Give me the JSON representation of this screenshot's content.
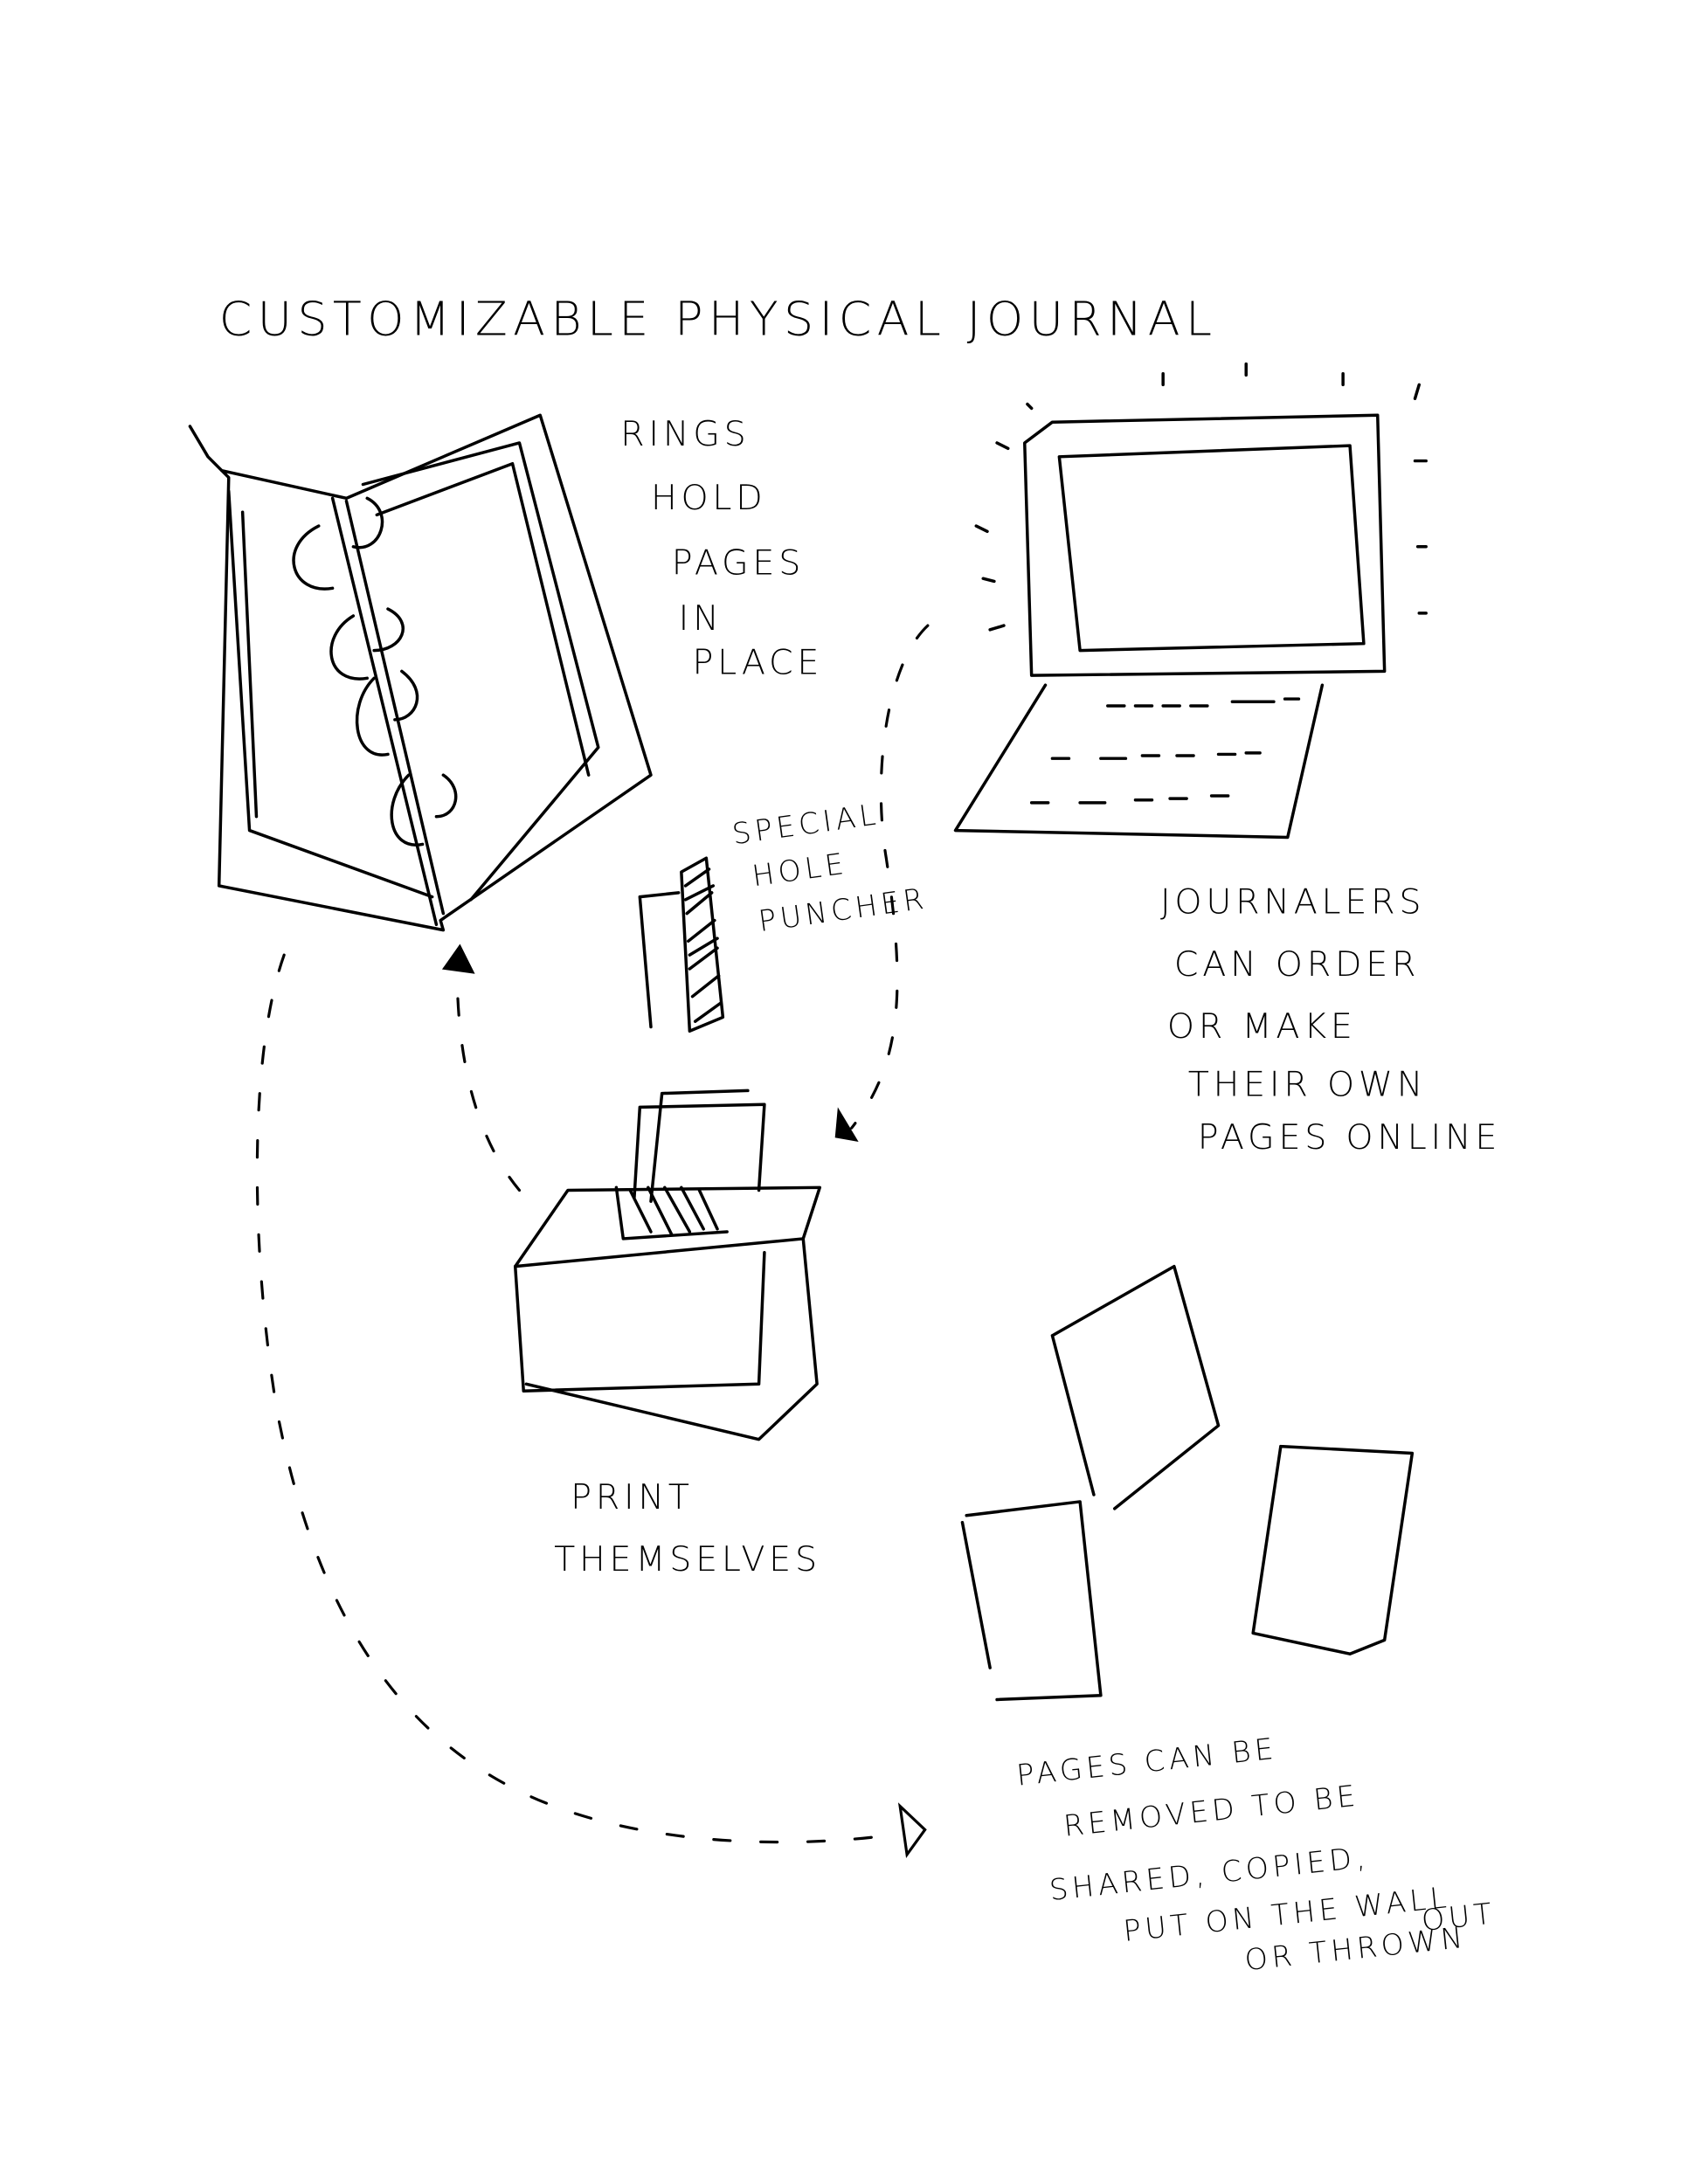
{
  "title": "CUSTOMIZABLE PHYSICAL JOURNAL",
  "notes": {
    "rings": [
      "RINGS",
      "HOLD",
      "PAGES",
      "IN",
      "PLACE"
    ],
    "puncher": [
      "SPECIAL",
      "HOLE",
      "PUNCHER"
    ],
    "online": [
      "JOURNALERS",
      "CAN ORDER",
      "OR MAKE",
      "THEIR OWN",
      "PAGES ONLINE"
    ],
    "print": [
      "PRINT",
      "THEMSELVES"
    ],
    "pages": [
      "PAGES CAN BE",
      "REMOVED TO BE",
      "SHARED, COPIED,",
      "PUT ON THE WALL",
      "OR THROWN",
      "OUT"
    ]
  }
}
